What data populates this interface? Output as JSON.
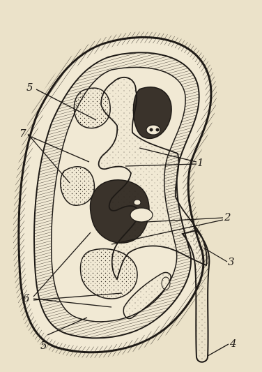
{
  "figure": {
    "callouts": {
      "c1": "1",
      "c2": "2",
      "c3": "3",
      "c4": "4",
      "c5_top": "5",
      "c5_bottom": "5",
      "c6": "6",
      "c7": "7"
    },
    "colors": {
      "paper": "#ebe2c9",
      "ink": "#1e1a16",
      "shade": "#3a332b",
      "light": "#f1e9d4"
    }
  }
}
